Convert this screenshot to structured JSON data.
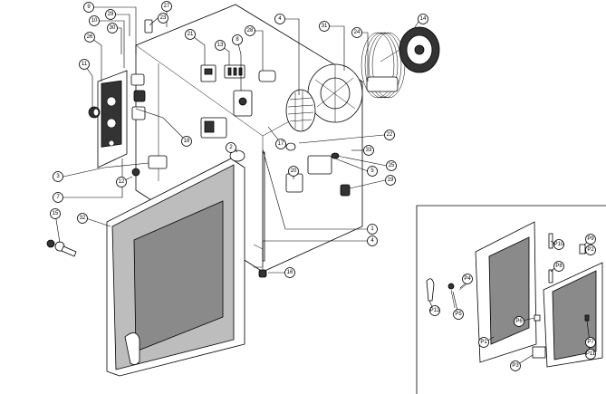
{
  "main_callouts": [
    "9",
    "29",
    "23",
    "27",
    "10",
    "30",
    "26",
    "11",
    "21",
    "13",
    "8",
    "28",
    "4",
    "31",
    "24",
    "14",
    "2",
    "22",
    "17",
    "18",
    "3",
    "12",
    "20",
    "5",
    "25",
    "33",
    "19",
    "7",
    "15",
    "32",
    "1",
    "4",
    "16"
  ],
  "inset_callouts": [
    "P4",
    "P10",
    "P9",
    "P2",
    "P12",
    "P3",
    "P8",
    "P1",
    "P5",
    "P6",
    "P7",
    "P11"
  ]
}
